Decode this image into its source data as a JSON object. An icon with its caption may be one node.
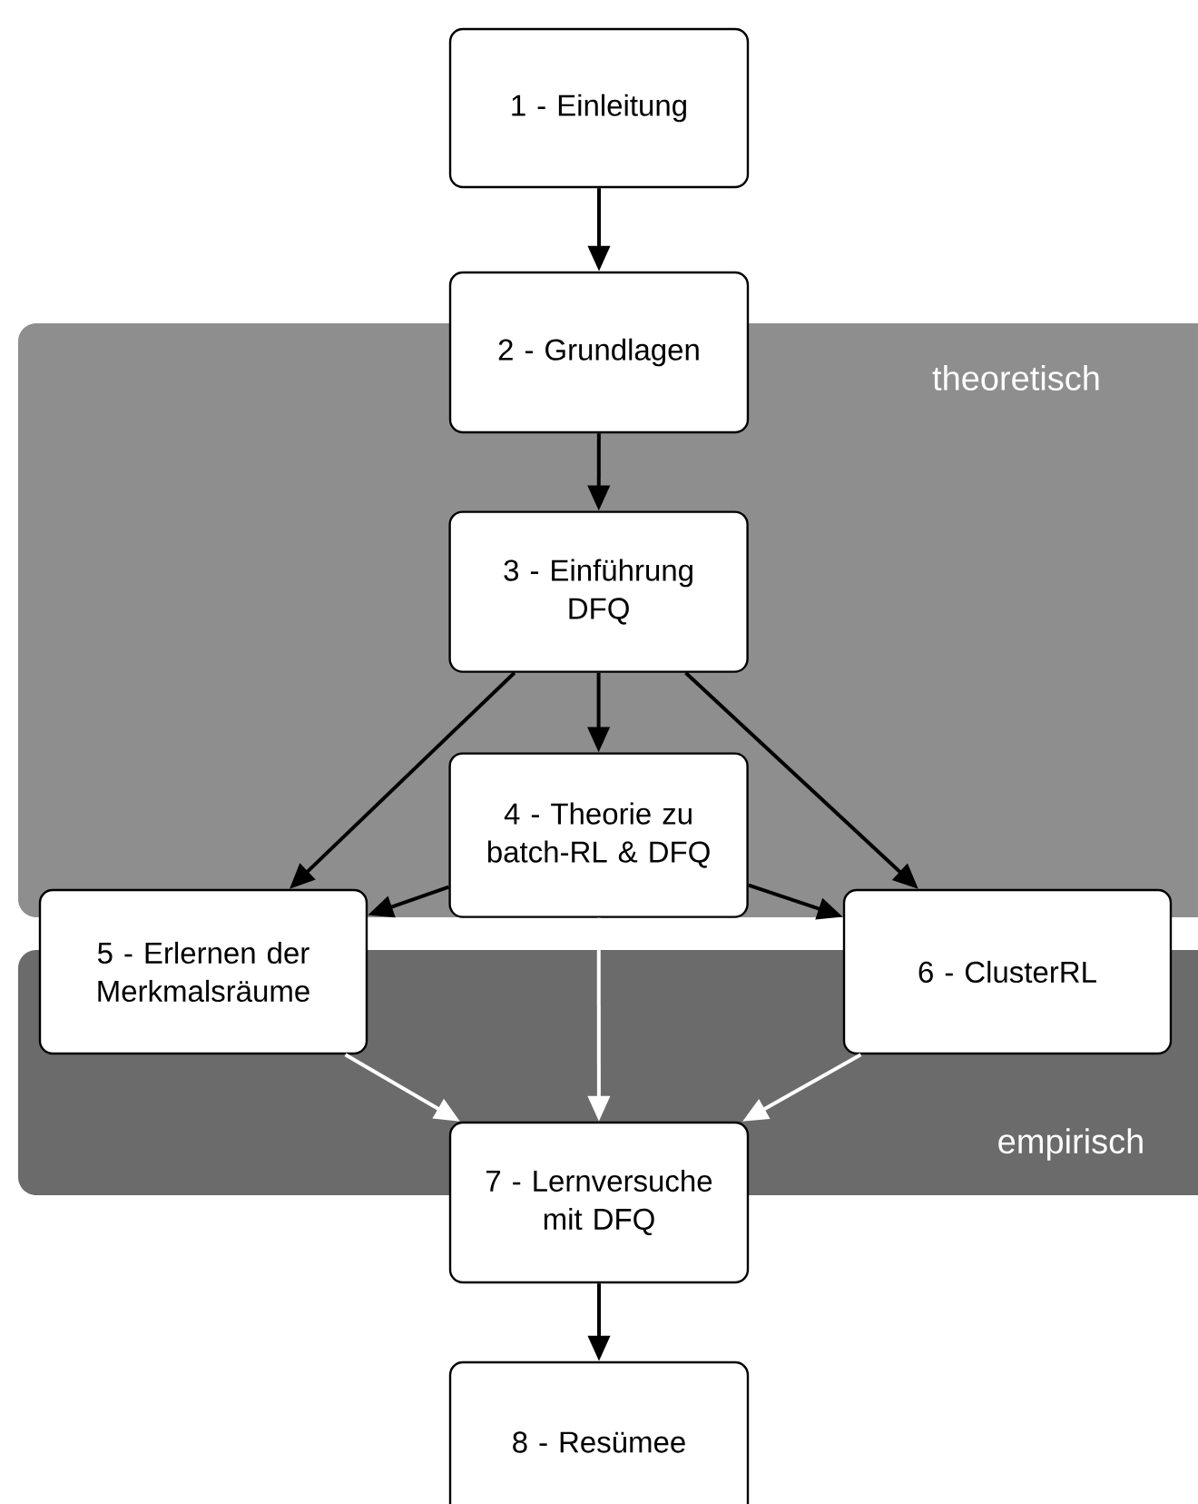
{
  "diagram": {
    "nodes": [
      {
        "text": [
          "1 - Einleitung"
        ]
      },
      {
        "text": [
          "theoretisch"
        ]
      },
      {
        "text": [
          "2 - Grundlagen"
        ]
      },
      {
        "text": [
          "3 - Einführung DFQ"
        ],
        "in": 1
      },
      {
        "text": [
          "4 - Theorie zu batch-RL & DFQ"
        ],
        "in": 1
      },
      {
        "text": [
          "5 - Erlernen der Merkmalsräume"
        ]
      },
      {
        "text": [
          "6 - ClusterRL"
        ]
      },
      {
        "text": [
          "7 - Lernversuche mit DFQ"
        ]
      },
      {
        "text": [
          "8 - Resümee"
        ]
      }
    ],
    "edges": [
      {
        "from": 0,
        "to": 2,
        "arrow": "to"
      },
      {
        "from": 2,
        "to": 3,
        "arrow": "to"
      },
      {
        "from": 3,
        "to": 4,
        "arrow": "to"
      },
      {
        "from": 3,
        "to": 5,
        "arrow": "to"
      },
      {
        "from": 3,
        "to": 6,
        "arrow": "to"
      },
      {
        "from": 4,
        "to": 5,
        "arrow": "to"
      },
      {
        "from": 4,
        "to": 6,
        "arrow": "to"
      },
      {
        "from": 4,
        "to": 7,
        "arrow": "to",
        "color": "#ffffff"
      },
      {
        "from": 5,
        "to": 7,
        "arrow": "to",
        "color": "#ffffff"
      },
      {
        "from": 6,
        "to": 7,
        "arrow": "to",
        "color": "#ffffff"
      },
      {
        "from": 7,
        "to": 8,
        "arrow": "to"
      }
    ],
    "labels": [
      "empirisch"
    ]
  }
}
